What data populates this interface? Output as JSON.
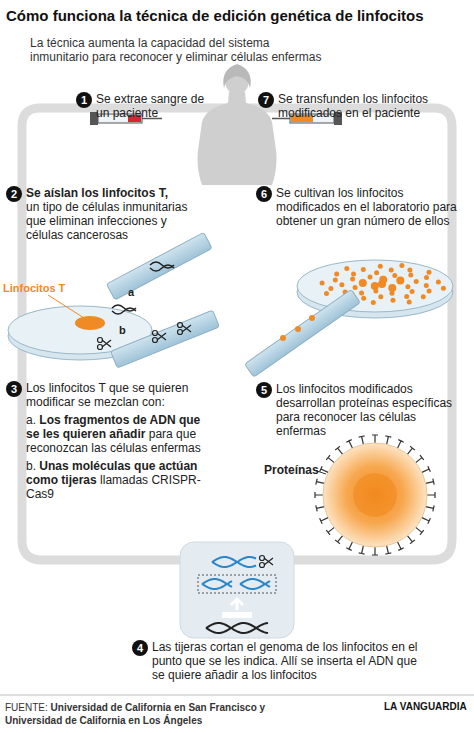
{
  "diagram": {
    "title": "Cómo funciona la técnica de edición genética de linfocitos",
    "caption": "La técnica aumenta la capacidad del sistema inmunitario para reconocer y eliminar células enfermas",
    "nodes": [
      {
        "text": [
          "1",
          "Se extrae sangre de un paciente"
        ]
      },
      {
        "text": [
          "2",
          "Se aíslan los linfocitos T,",
          "un tipo de células inmunitarias que eliminan infecciones y células cancerosas"
        ]
      },
      {
        "text": [
          "3",
          "Los linfocitos T que se quieren modificar se mezclan con:",
          "a.",
          "Los fragmentos de ADN que se les quieren añadir",
          "para que reconozcan las células enfermas",
          "b.",
          "Unas moléculas que actúan como tijeras",
          "llamadas CRISPR-Cas9"
        ]
      },
      {
        "text": [
          "4",
          "Las tijeras cortan el genoma de los linfocitos en el punto que se les indica. Allí se inserta el ADN que se quiere añadir a los linfocitos"
        ]
      },
      {
        "text": [
          "5",
          "Los linfocitos modificados desarrollan proteínas específicas para reconocer las células enfermas"
        ]
      },
      {
        "text": [
          "6",
          "Se cultivan los linfocitos modificados en el laboratorio para obtener un gran número de ellos"
        ]
      },
      {
        "text": [
          "7",
          "Se transfunden los linfocitos modificados en el paciente"
        ]
      }
    ],
    "labels": [
      "Linfocitos T",
      "a",
      "b",
      "Proteínas",
      "FUENTE:",
      "Universidad de California en San Francisco y Universidad de California en Los Ángeles",
      "LA VANGUARDIA"
    ]
  }
}
